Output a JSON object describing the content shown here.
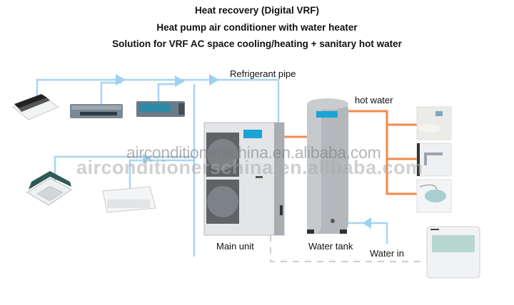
{
  "titles": {
    "line1": "Heat recovery (Digital VRF)",
    "line2": "Heat pump air conditioner with water heater",
    "line3": "Solution for VRF AC space cooling/heating + sanitary hot water"
  },
  "labels": {
    "refrigerant_pipe": "Refrigerant pipe",
    "hot_water": "hot water",
    "main_unit": "Main unit",
    "water_tank": "Water tank",
    "water_in": "Water in"
  },
  "watermarks": {
    "line1": "airconditionerschina.en.alibaba.com",
    "line2": "airconditionerschina.en.alibaba.com"
  },
  "components": {
    "indoor_units": [
      "one-way-cassette",
      "ducted-unit-1",
      "ducted-unit-2",
      "four-way-cassette",
      "ceiling-floor-unit"
    ],
    "outdoor_unit": "main-unit",
    "tank": "water-tank",
    "outlets": [
      "bathtub",
      "faucet",
      "shower-head"
    ],
    "controller": "wired-controller"
  },
  "colors": {
    "refrigerant_pipe": "#a8d4f0",
    "hot_water_pipe": "#f08a4b",
    "water_in_pipe": "#a8d4f0",
    "control_wire": "#bbbbbb",
    "unit_body": "#e4e6e8",
    "tank_body": "#b4b8bc",
    "brand_badge": "#1aa3d6"
  }
}
